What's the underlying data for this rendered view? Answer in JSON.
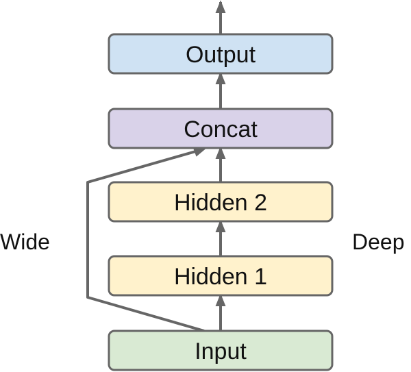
{
  "nodes": {
    "output": {
      "label": "Output",
      "fill": "#cfe2f3"
    },
    "concat": {
      "label": "Concat",
      "fill": "#d9d2e9"
    },
    "hidden2": {
      "label": "Hidden 2",
      "fill": "#fff2cc"
    },
    "hidden1": {
      "label": "Hidden 1",
      "fill": "#fff2cc"
    },
    "input": {
      "label": "Input",
      "fill": "#d9ead3"
    }
  },
  "labels": {
    "wide": "Wide",
    "deep": "Deep"
  },
  "colors": {
    "stroke": "#666666",
    "text": "#111111"
  }
}
